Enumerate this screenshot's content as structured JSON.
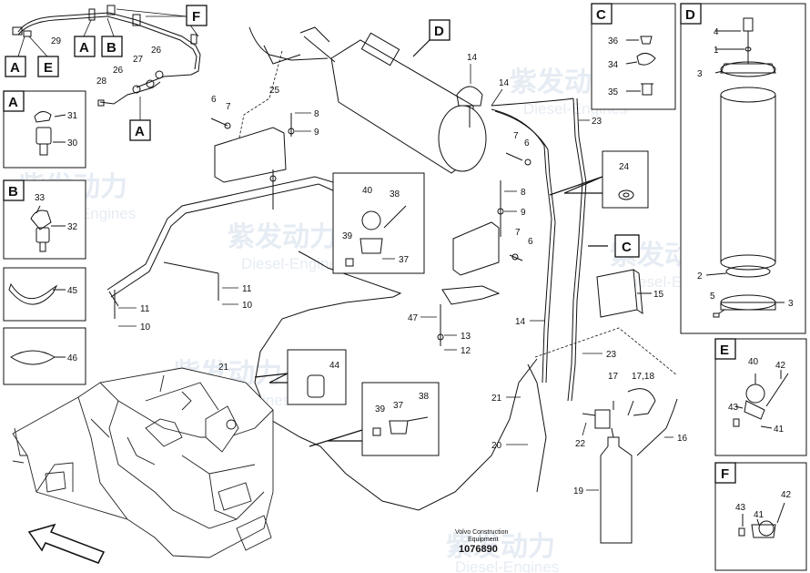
{
  "watermark": {
    "brand_cn": "紫发动力",
    "brand_en": "Diesel-Engines"
  },
  "footer": {
    "publisher": "Volvo Construction",
    "category": "Equipment",
    "drawing_number": "1076890"
  },
  "boxes": {
    "A": "A",
    "B": "B",
    "C": "C",
    "D": "D",
    "E": "E",
    "F": "F"
  },
  "labels": {
    "n1": "1",
    "n2": "2",
    "n3": "3",
    "n4": "4",
    "n5": "5",
    "n6": "6",
    "n7": "7",
    "n8": "8",
    "n9": "9",
    "n10": "10",
    "n11": "11",
    "n12": "12",
    "n13": "13",
    "n14": "14",
    "n15": "15",
    "n16": "16",
    "n17": "17",
    "n1718": "17,18",
    "n19": "19",
    "n20": "20",
    "n21": "21",
    "n22": "22",
    "n23": "23",
    "n24": "24",
    "n25": "25",
    "n26": "26",
    "n27": "27",
    "n28": "28",
    "n29": "29",
    "n30": "30",
    "n31": "31",
    "n32": "32",
    "n33": "33",
    "n34": "34",
    "n35": "35",
    "n36": "36",
    "n37": "37",
    "n38": "38",
    "n39": "39",
    "n40": "40",
    "n41": "41",
    "n42": "42",
    "n43": "43",
    "n44": "44",
    "n45": "45",
    "n46": "46",
    "n47": "47"
  },
  "colors": {
    "line": "#111111",
    "watermark": "#c9d7e6",
    "background": "#ffffff"
  }
}
